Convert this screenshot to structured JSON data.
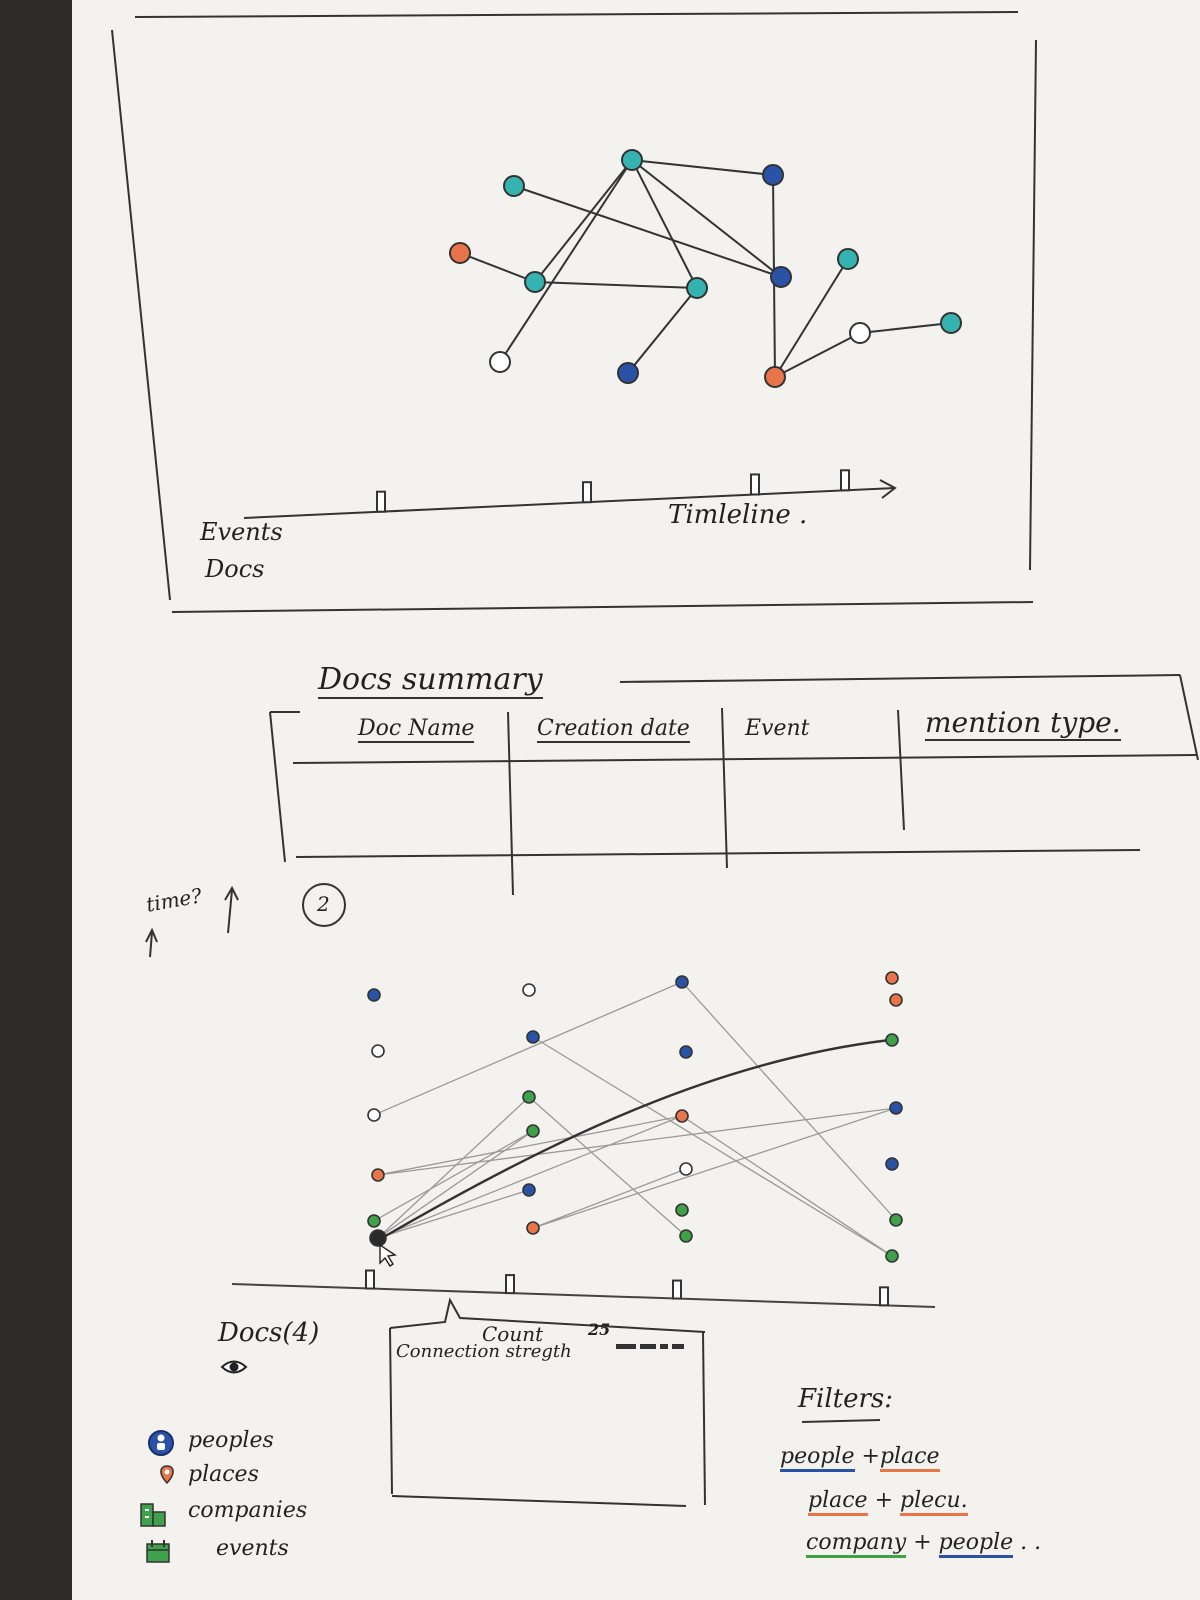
{
  "top_panel": {
    "graph": {
      "nodes": [
        {
          "id": "n1",
          "color": "teal"
        },
        {
          "id": "n2",
          "color": "teal"
        },
        {
          "id": "n3",
          "color": "blue"
        },
        {
          "id": "n4",
          "color": "orange"
        },
        {
          "id": "n5",
          "color": "teal"
        },
        {
          "id": "n6",
          "color": "teal"
        },
        {
          "id": "n7",
          "color": "blue"
        },
        {
          "id": "n8",
          "color": "teal"
        },
        {
          "id": "n9",
          "color": "white"
        },
        {
          "id": "n10",
          "color": "blue"
        },
        {
          "id": "n11",
          "color": "orange"
        },
        {
          "id": "n12",
          "color": "white"
        },
        {
          "id": "n13",
          "color": "teal"
        }
      ],
      "edges": [
        [
          "n4",
          "n5"
        ],
        [
          "n5",
          "n6"
        ],
        [
          "n5",
          "n2"
        ],
        [
          "n1",
          "n10"
        ],
        [
          "n2",
          "n9"
        ],
        [
          "n2",
          "n10"
        ],
        [
          "n2",
          "n6"
        ],
        [
          "n2",
          "n7"
        ],
        [
          "n6",
          "n3"
        ],
        [
          "n7",
          "n11"
        ],
        [
          "n11",
          "n8"
        ],
        [
          "n11",
          "n12"
        ],
        [
          "n12",
          "n13"
        ]
      ]
    },
    "timeline_label": "Timleline .",
    "row_labels": [
      "Events",
      "Docs"
    ],
    "doc_markers": 4
  },
  "docs_summary": {
    "title": "Docs summary",
    "columns": [
      "Doc Name",
      "Creation date",
      "Event",
      "mention type."
    ]
  },
  "section_two": {
    "side_note": "time?",
    "step_number": "2"
  },
  "palette": {
    "blue": "#2a53a8",
    "orange": "#e8754a",
    "green": "#3fa14a",
    "teal": "#35b3b0",
    "white": "#ffffff"
  },
  "parallel_plot": {
    "columns": [
      {
        "nodes": [
          "blue",
          "white",
          "white",
          "orange",
          "green",
          "dark"
        ]
      },
      {
        "nodes": [
          "white",
          "blue",
          "green",
          "green",
          "blue",
          "orange"
        ]
      },
      {
        "nodes": [
          "blue",
          "blue",
          "orange",
          "white",
          "green",
          "green"
        ]
      },
      {
        "nodes": [
          "orange",
          "orange",
          "green",
          "blue",
          "blue",
          "green",
          "green"
        ]
      }
    ]
  },
  "docs_label": "Docs(4)",
  "eye_icon": "eye-icon",
  "detail_box": {
    "count_label": "Count",
    "count_value": "25",
    "strength_label": "Connection stregth"
  },
  "legend": [
    {
      "label": "peoples",
      "icon": "person-icon",
      "color": "#2a53a8"
    },
    {
      "label": "places",
      "icon": "location-pin-icon",
      "color": "#e8754a"
    },
    {
      "label": "companies",
      "icon": "building-icon",
      "color": "#3fa14a"
    },
    {
      "label": "events",
      "icon": "calendar-icon",
      "color": "#3fa14a"
    }
  ],
  "filters": {
    "title": "Filters:",
    "items": [
      {
        "a": "people",
        "plus": "+",
        "b": "place"
      },
      {
        "a": "place",
        "plus": "+",
        "b": "plecu."
      },
      {
        "a": "company",
        "plus": "+",
        "b": "people"
      }
    ],
    "trailing": ". ."
  }
}
